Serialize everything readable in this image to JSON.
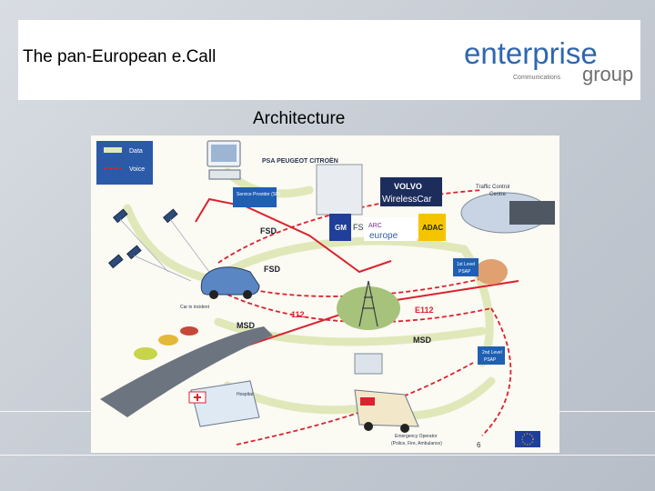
{
  "slide": {
    "title": "The pan-European e.Call",
    "subtitle": "Architecture",
    "page_number": "6"
  },
  "logo": {
    "line1": "enterprise",
    "line2": "group",
    "tagline": "Communications"
  },
  "legend": {
    "data": "Data",
    "voice": "Voice"
  },
  "labels": {
    "psa": "PSA PEUGEOT CITROËN",
    "volvo": "VOLVO",
    "wireless_car": "WirelessCar",
    "adac": "ADAC",
    "gm": "GM",
    "arc": "ARC",
    "europe": "europe",
    "fs": "FS",
    "service_provider": "Service Provider (SP)",
    "tcc_line1": "Traffic Control",
    "tcc_line2": "Centre",
    "fsd_1": "FSD",
    "fsd_2": "FSD",
    "msd_1": "MSD",
    "msd_2": "MSD",
    "e112_1": "112",
    "e112_2": "E112",
    "car_in_incident": "Car in incident",
    "first_level_psap_1": "1st Level",
    "first_level_psap_2": "PSAP",
    "second_level_psap_1": "2nd Level",
    "second_level_psap_2": "PSAP",
    "hospital": "Hospital",
    "emergency_operator_1": "Emergency Operator",
    "emergency_operator_2": "(Police, Fire, Ambulance)"
  },
  "colors": {
    "data_flow": "#dfe8b8",
    "voice_flow": "#d9232e",
    "psap_box": "#1f5fb4",
    "legend_bg": "#2b5aa8",
    "eu_flag": "#1f3f9a",
    "logo_blue": "#2f66b0",
    "logo_grey": "#6f6f6f"
  }
}
